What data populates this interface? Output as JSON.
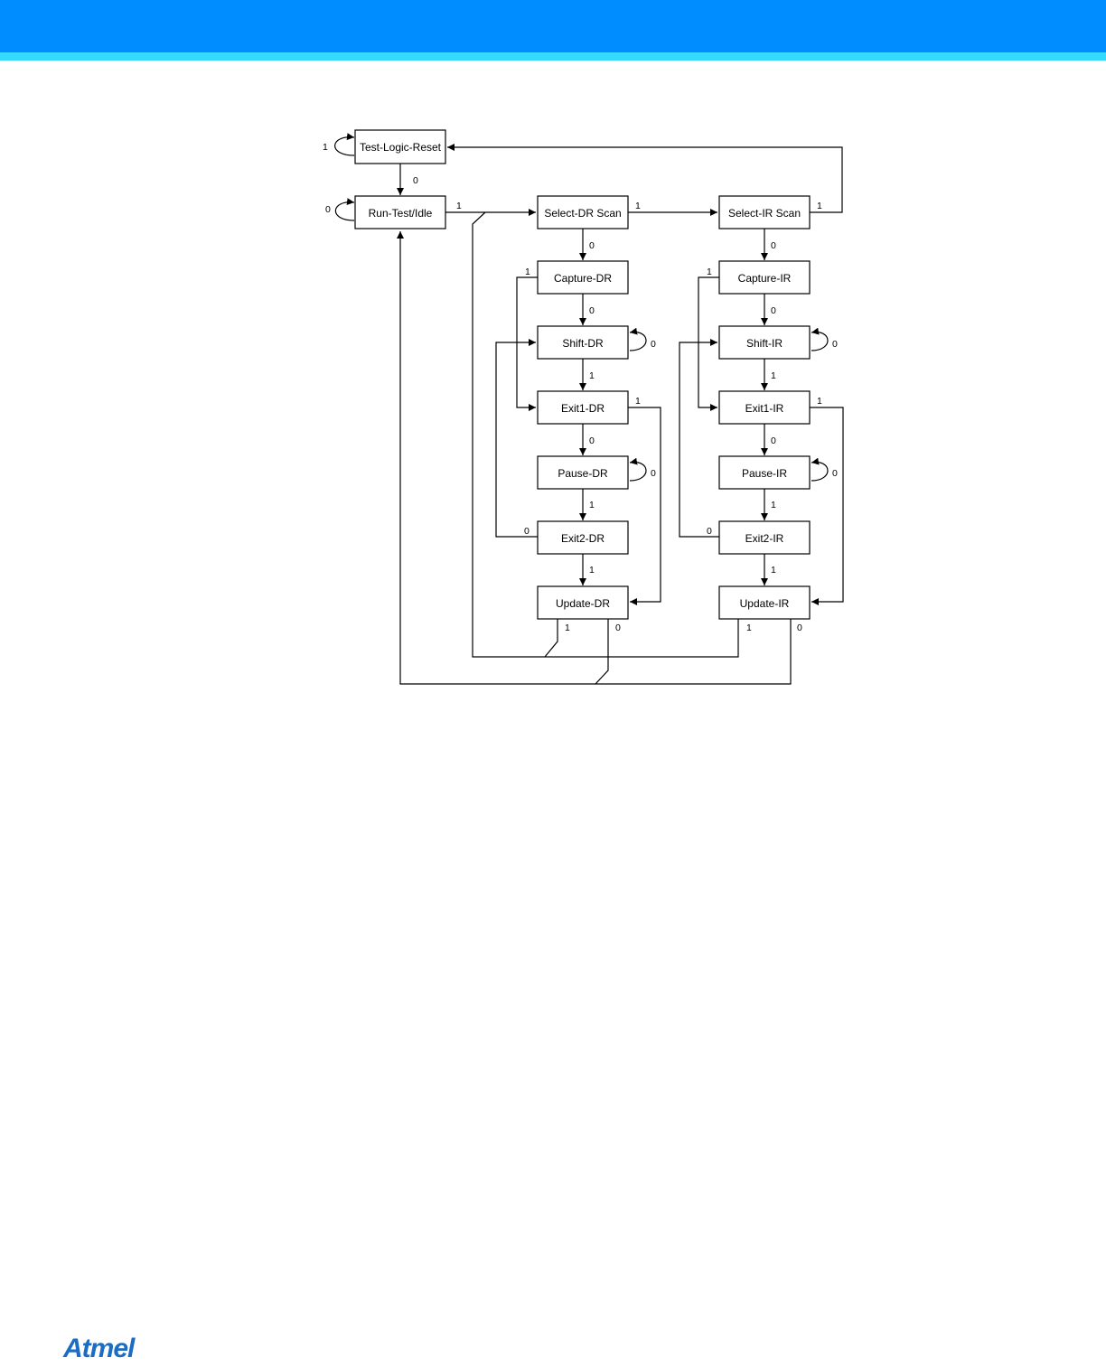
{
  "colors": {
    "header": "#008dff",
    "stripe": "#35dbff",
    "brand": "#1a6cc4",
    "line": "#000000"
  },
  "brand": {
    "logo_text": "Atmel"
  },
  "diagram": {
    "states": {
      "test_logic_reset": "Test-Logic-Reset",
      "run_test_idle": "Run-Test/Idle",
      "select_dr_scan": "Select-DR Scan",
      "select_ir_scan": "Select-IR Scan",
      "capture_dr": "Capture-DR",
      "shift_dr": "Shift-DR",
      "exit1_dr": "Exit1-DR",
      "pause_dr": "Pause-DR",
      "exit2_dr": "Exit2-DR",
      "update_dr": "Update-DR",
      "capture_ir": "Capture-IR",
      "shift_ir": "Shift-IR",
      "exit1_ir": "Exit1-IR",
      "pause_ir": "Pause-IR",
      "exit2_ir": "Exit2-IR",
      "update_ir": "Update-IR"
    },
    "transition_values": {
      "tlr_self": "1",
      "tlr_to_rti": "0",
      "rti_self": "0",
      "rti_to_seldr": "1",
      "seldr_to_selir": "1",
      "selir_to_tlr": "1",
      "seldr_to_capdr": "0",
      "capdr_to_exit1dr": "1",
      "capdr_to_shiftdr": "0",
      "shiftdr_self": "0",
      "shiftdr_to_exit1dr": "1",
      "exit1dr_to_updatedr": "1",
      "exit1dr_to_pausedr": "0",
      "pausedr_self": "0",
      "pausedr_to_exit2dr": "1",
      "exit2dr_to_shiftdr": "0",
      "exit2dr_to_updatedr": "1",
      "updatedr_to_seldr": "1",
      "updatedr_to_rti": "0",
      "selir_to_capir": "0",
      "capir_to_exit1ir": "1",
      "capir_to_shiftir": "0",
      "shiftir_self": "0",
      "shiftir_to_exit1ir": "1",
      "exit1ir_to_updateir": "1",
      "exit1ir_to_pauseir": "0",
      "pauseir_self": "0",
      "pauseir_to_exit2ir": "1",
      "exit2ir_to_shiftir": "0",
      "exit2ir_to_updateir": "1",
      "updateir_to_seldr": "1",
      "updateir_to_rti": "0"
    }
  }
}
